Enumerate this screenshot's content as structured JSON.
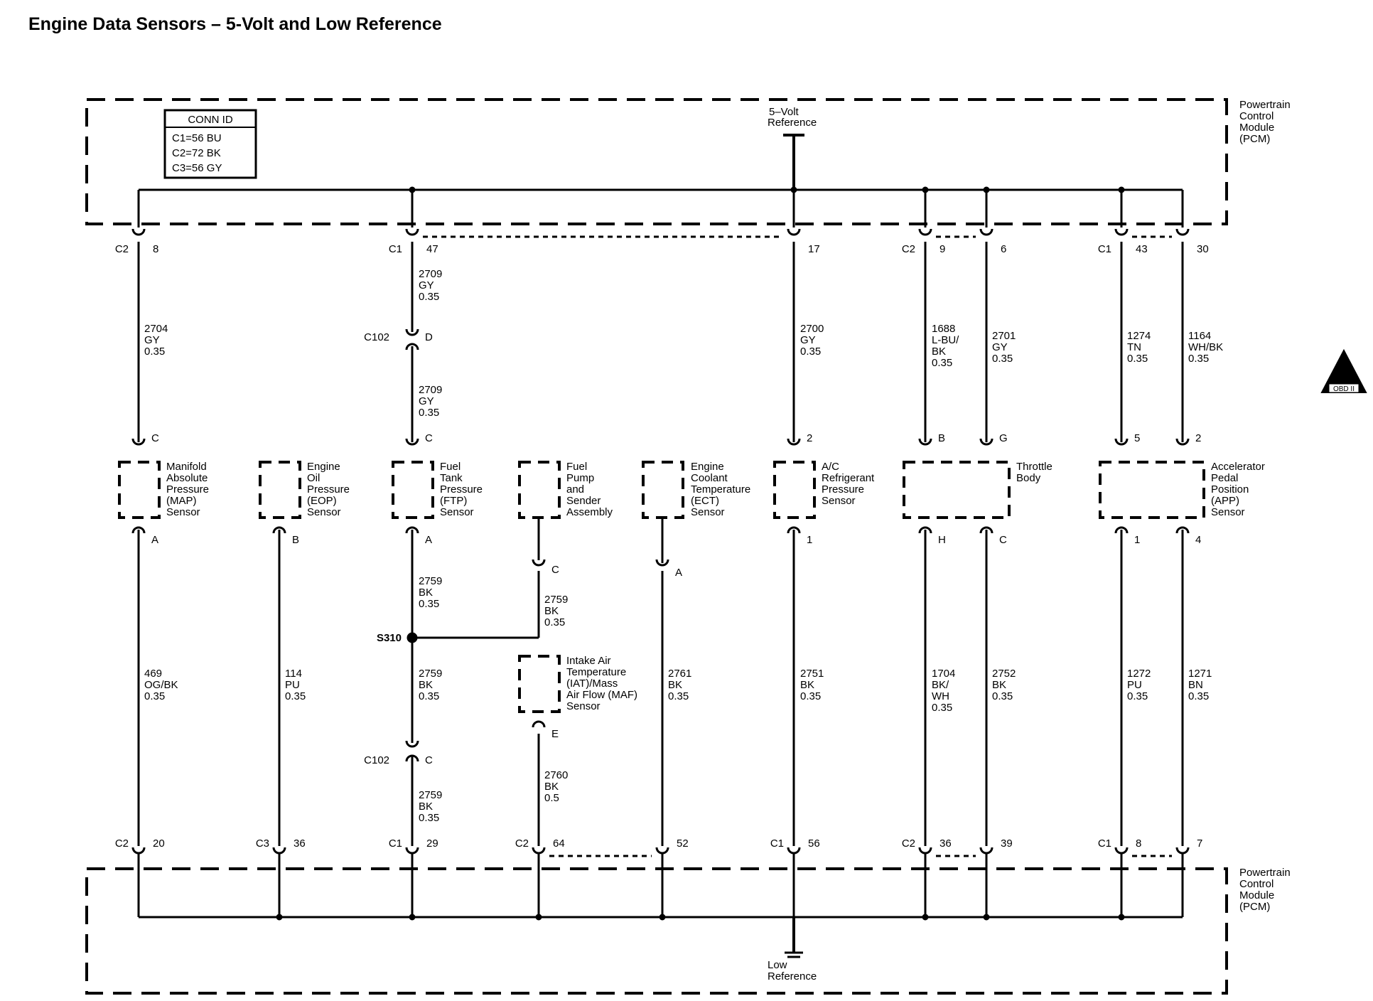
{
  "title": "Engine Data Sensors – 5-Volt and Low Reference",
  "module_label": [
    "Powertrain",
    "Control",
    "Module",
    "(PCM)"
  ],
  "conn_id": {
    "header": "CONN ID",
    "rows": [
      "C1=56 BU",
      "C2=72 BK",
      "C3=56 GY"
    ]
  },
  "five_volt_label": [
    "5–Volt",
    "Reference"
  ],
  "low_ref_label": [
    "Low",
    "Reference"
  ],
  "obd_badge": {
    "symbol": "II",
    "text": "OBD II"
  },
  "top_pins": [
    {
      "conn": "C2",
      "pin": "8"
    },
    {
      "conn": "C1",
      "pin": "47"
    },
    {
      "conn": "",
      "pin": "17"
    },
    {
      "conn": "C2",
      "pin": "9"
    },
    {
      "conn": "",
      "pin": "6"
    },
    {
      "conn": "C1",
      "pin": "43"
    },
    {
      "conn": "",
      "pin": "30"
    }
  ],
  "bottom_pins": [
    {
      "conn": "C2",
      "pin": "20"
    },
    {
      "conn": "C3",
      "pin": "36"
    },
    {
      "conn": "C1",
      "pin": "29"
    },
    {
      "conn": "C2",
      "pin": "64"
    },
    {
      "conn": "",
      "pin": "52"
    },
    {
      "conn": "C1",
      "pin": "56"
    },
    {
      "conn": "C2",
      "pin": "36"
    },
    {
      "conn": "",
      "pin": "39"
    },
    {
      "conn": "C1",
      "pin": "8"
    },
    {
      "conn": "",
      "pin": "7"
    }
  ],
  "wire_labels": [
    [
      "2704",
      "GY",
      "0.35"
    ],
    [
      "2709",
      "GY",
      "0.35"
    ],
    [
      "2709",
      "GY",
      "0.35"
    ],
    [
      "2700",
      "GY",
      "0.35"
    ],
    [
      "1688",
      "L-BU/",
      "BK",
      "0.35"
    ],
    [
      "2701",
      "GY",
      "0.35"
    ],
    [
      "1274",
      "TN",
      "0.35"
    ],
    [
      "1164",
      "WH/BK",
      "0.35"
    ],
    [
      "469",
      "OG/BK",
      "0.35"
    ],
    [
      "114",
      "PU",
      "0.35"
    ],
    [
      "2759",
      "BK",
      "0.35"
    ],
    [
      "2759",
      "BK",
      "0.35"
    ],
    [
      "2759",
      "BK",
      "0.35"
    ],
    [
      "2759",
      "BK",
      "0.35"
    ],
    [
      "2760",
      "BK",
      "0.5"
    ],
    [
      "2761",
      "BK",
      "0.35"
    ],
    [
      "2751",
      "BK",
      "0.35"
    ],
    [
      "1704",
      "BK/",
      "WH",
      "0.35"
    ],
    [
      "2752",
      "BK",
      "0.35"
    ],
    [
      "1272",
      "PU",
      "0.35"
    ],
    [
      "1271",
      "BN",
      "0.35"
    ]
  ],
  "inline_connectors": [
    {
      "name": "C102",
      "pin": "D"
    },
    {
      "name": "C102",
      "pin": "C"
    }
  ],
  "splice": "S310",
  "sensor_pins": [
    "C",
    "A",
    "B",
    "C",
    "A",
    "C",
    "A",
    "E",
    "2",
    "1",
    "B",
    "G",
    "H",
    "C",
    "5",
    "2",
    "1",
    "4"
  ],
  "components": [
    [
      "Manifold",
      "Absolute",
      "Pressure",
      "(MAP)",
      "Sensor"
    ],
    [
      "Engine",
      "Oil",
      "Pressure",
      "(EOP)",
      "Sensor"
    ],
    [
      "Fuel",
      "Tank",
      "Pressure",
      "(FTP)",
      "Sensor"
    ],
    [
      "Fuel",
      "Pump",
      "and",
      "Sender",
      "Assembly"
    ],
    [
      "Engine",
      "Coolant",
      "Temperature",
      "(ECT)",
      "Sensor"
    ],
    [
      "A/C",
      "Refrigerant",
      "Pressure",
      "Sensor"
    ],
    [
      "Throttle",
      "Body"
    ],
    [
      "Accelerator",
      "Pedal",
      "Position",
      "(APP)",
      "Sensor"
    ],
    [
      "Intake Air",
      "Temperature",
      "(IAT)/Mass",
      "Air Flow (MAF)",
      "Sensor"
    ]
  ]
}
